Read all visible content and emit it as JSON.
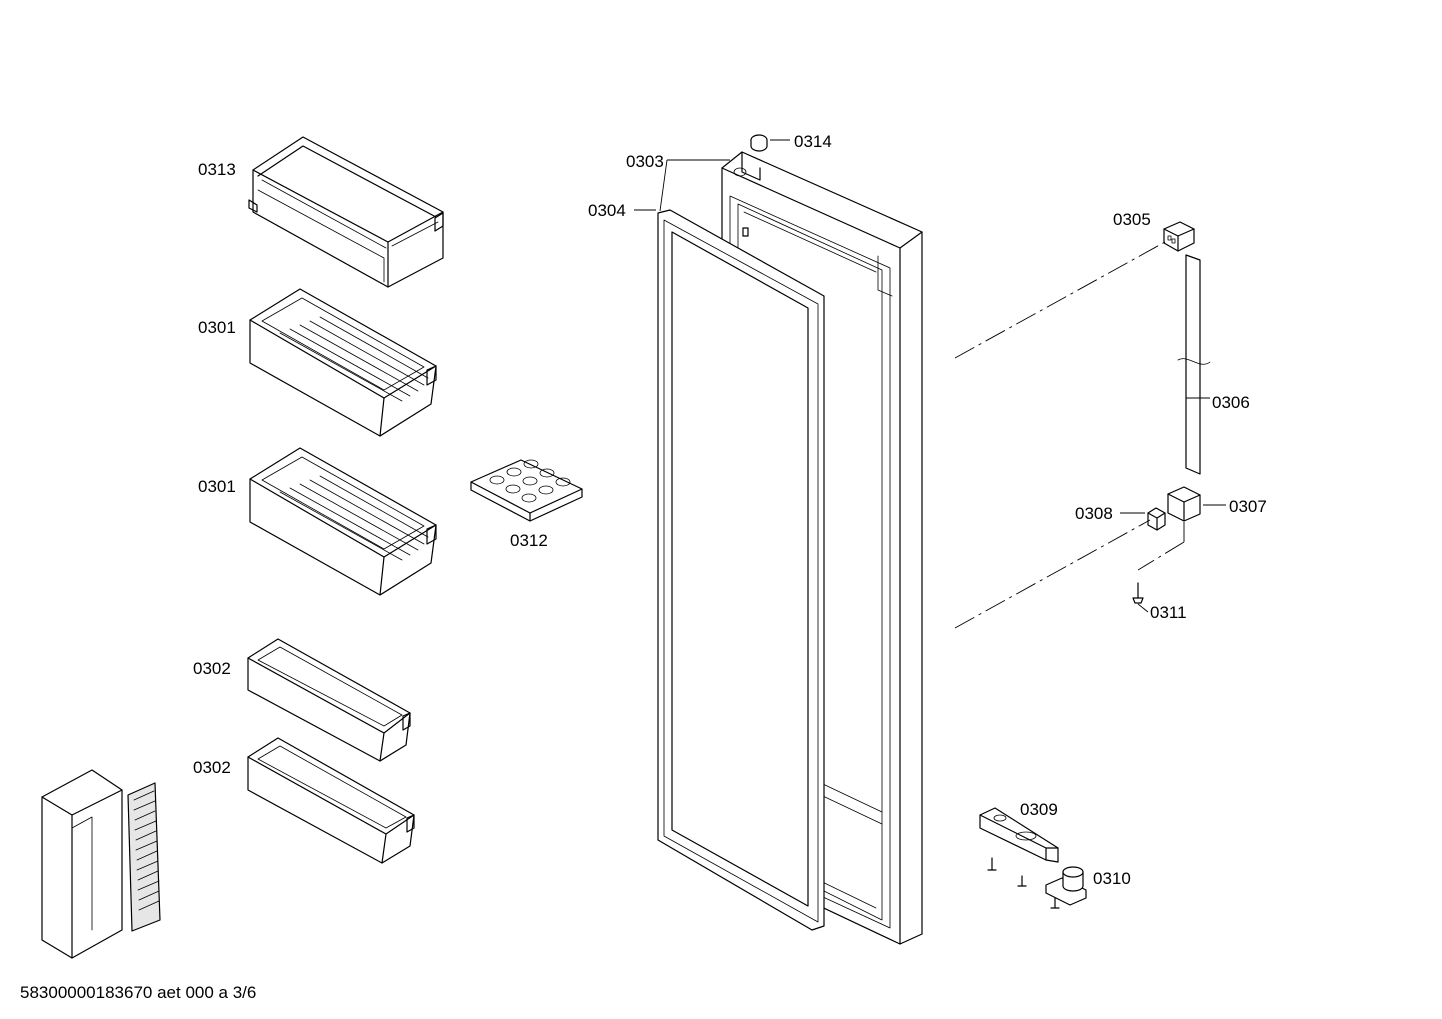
{
  "diagram": {
    "labels": {
      "p0313": "0313",
      "p0301a": "0301",
      "p0301b": "0301",
      "p0302a": "0302",
      "p0302b": "0302",
      "p0312": "0312",
      "p0303": "0303",
      "p0304": "0304",
      "p0314": "0314",
      "p0305": "0305",
      "p0306": "0306",
      "p0307": "0307",
      "p0308": "0308",
      "p0311": "0311",
      "p0309": "0309",
      "p0310": "0310"
    },
    "footer": "58300000183670 aet 000 a 3/6"
  }
}
